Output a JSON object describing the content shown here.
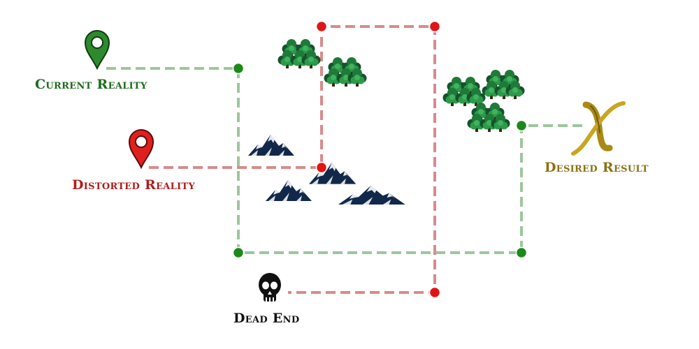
{
  "labels": {
    "current_reality": "Current Reality",
    "distorted_reality": "Distorted Reality",
    "desired_result": "Desired Result",
    "dead_end": "Dead End"
  },
  "colors": {
    "current": "#1e6b1e",
    "distorted": "#b01c1c",
    "desired": "#8a7214",
    "dead_end": "#111111",
    "green_path": "#9cc79c",
    "red_path": "#d98a8a",
    "green_node": "#1a8a1a",
    "red_node": "#e01515",
    "mountain": "#12284a",
    "tree_dark": "#14532a",
    "tree_light": "#2b9a4a",
    "x_mark": "#a98a12"
  },
  "icons": {
    "current_marker": "map-pin-icon",
    "distorted_marker": "map-pin-icon",
    "destination_marker": "x-mark-icon",
    "dead_end_marker": "skull-icon",
    "terrain": [
      "mountain-range-icon",
      "tree-cluster-icon"
    ]
  }
}
